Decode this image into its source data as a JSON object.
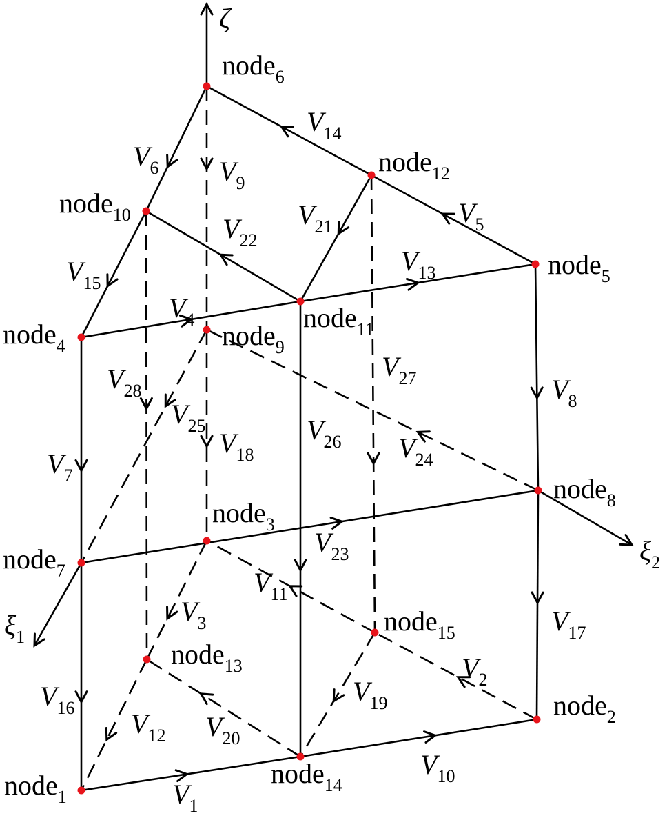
{
  "diagram": {
    "colors": {
      "line": "#000000",
      "node": "#e8141b",
      "background": "#ffffff"
    },
    "axes": [
      {
        "id": "zeta",
        "label": "ζ",
        "sub": ""
      },
      {
        "id": "xi1",
        "label": "ξ",
        "sub": "1"
      },
      {
        "id": "xi2",
        "label": "ξ",
        "sub": "2"
      }
    ],
    "nodes": [
      {
        "id": "n1",
        "label": "node",
        "sub": "1"
      },
      {
        "id": "n2",
        "label": "node",
        "sub": "2"
      },
      {
        "id": "n3",
        "label": "node",
        "sub": "3"
      },
      {
        "id": "n4",
        "label": "node",
        "sub": "4"
      },
      {
        "id": "n5",
        "label": "node",
        "sub": "5"
      },
      {
        "id": "n6",
        "label": "node",
        "sub": "6"
      },
      {
        "id": "n7",
        "label": "node",
        "sub": "7"
      },
      {
        "id": "n8",
        "label": "node",
        "sub": "8"
      },
      {
        "id": "n9",
        "label": "node",
        "sub": "9"
      },
      {
        "id": "n10",
        "label": "node",
        "sub": "10"
      },
      {
        "id": "n11",
        "label": "node",
        "sub": "11"
      },
      {
        "id": "n12",
        "label": "node",
        "sub": "12"
      },
      {
        "id": "n13",
        "label": "node",
        "sub": "13"
      },
      {
        "id": "n14",
        "label": "node",
        "sub": "14"
      },
      {
        "id": "n15",
        "label": "node",
        "sub": "15"
      }
    ],
    "edges": [
      {
        "name": "V",
        "sub": "1",
        "from": "n1",
        "to": "n14",
        "style": "solid"
      },
      {
        "name": "V",
        "sub": "2",
        "from": "n2",
        "to": "n15",
        "style": "dashed"
      },
      {
        "name": "V",
        "sub": "3",
        "from": "n3",
        "to": "n13",
        "style": "dashed"
      },
      {
        "name": "V",
        "sub": "4",
        "from": "n4",
        "to": "n11",
        "style": "solid"
      },
      {
        "name": "V",
        "sub": "5",
        "from": "n5",
        "to": "n12",
        "style": "solid"
      },
      {
        "name": "V",
        "sub": "6",
        "from": "n6",
        "to": "n10",
        "style": "solid"
      },
      {
        "name": "V",
        "sub": "7",
        "from": "n4",
        "to": "n7",
        "style": "solid"
      },
      {
        "name": "V",
        "sub": "8",
        "from": "n5",
        "to": "n8",
        "style": "solid"
      },
      {
        "name": "V",
        "sub": "9",
        "from": "n6",
        "to": "n9",
        "style": "dashed"
      },
      {
        "name": "V",
        "sub": "10",
        "from": "n14",
        "to": "n2",
        "style": "solid"
      },
      {
        "name": "V",
        "sub": "11",
        "from": "n15",
        "to": "n3",
        "style": "dashed"
      },
      {
        "name": "V",
        "sub": "12",
        "from": "n13",
        "to": "n1",
        "style": "dashed"
      },
      {
        "name": "V",
        "sub": "13",
        "from": "n11",
        "to": "n5",
        "style": "solid"
      },
      {
        "name": "V",
        "sub": "14",
        "from": "n12",
        "to": "n6",
        "style": "solid"
      },
      {
        "name": "V",
        "sub": "15",
        "from": "n10",
        "to": "n4",
        "style": "solid"
      },
      {
        "name": "V",
        "sub": "16",
        "from": "n7",
        "to": "n1",
        "style": "solid"
      },
      {
        "name": "V",
        "sub": "17",
        "from": "n8",
        "to": "n2",
        "style": "solid"
      },
      {
        "name": "V",
        "sub": "18",
        "from": "n9",
        "to": "n3",
        "style": "dashed"
      },
      {
        "name": "V",
        "sub": "19",
        "from": "n15",
        "to": "n14",
        "style": "dashed"
      },
      {
        "name": "V",
        "sub": "20",
        "from": "n14",
        "to": "n13",
        "style": "dashed"
      },
      {
        "name": "V",
        "sub": "21",
        "from": "n12",
        "to": "n11",
        "style": "solid"
      },
      {
        "name": "V",
        "sub": "22",
        "from": "n11",
        "to": "n10",
        "style": "solid"
      },
      {
        "name": "V",
        "sub": "23",
        "from": "n7",
        "to": "n8",
        "style": "solid"
      },
      {
        "name": "V",
        "sub": "24",
        "from": "n8",
        "to": "n9",
        "style": "dashed"
      },
      {
        "name": "V",
        "sub": "25",
        "from": "n9",
        "to": "n7",
        "style": "dashed"
      },
      {
        "name": "V",
        "sub": "26",
        "from": "n11",
        "to": "n14",
        "style": "solid"
      },
      {
        "name": "V",
        "sub": "27",
        "from": "n12",
        "to": "n15",
        "style": "dashed"
      },
      {
        "name": "V",
        "sub": "28",
        "from": "n10",
        "to": "n13",
        "style": "dashed"
      }
    ]
  }
}
